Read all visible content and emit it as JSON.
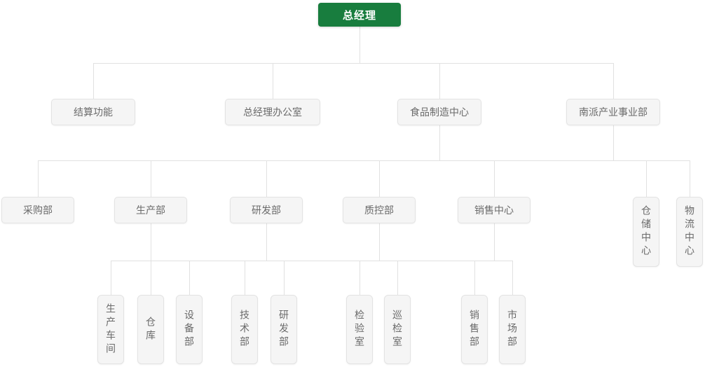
{
  "theme": {
    "page_bg": "#ffffff",
    "root_bg": "#187d3e",
    "root_text": "#ffffff",
    "node_bg": "#f5f5f5",
    "node_border": "#e3e3e3",
    "node_text": "#6a6a6a",
    "connector": "#e1e1e1"
  },
  "org_chart": {
    "root": {
      "label": "总经理"
    },
    "level2": [
      {
        "label": "结算功能"
      },
      {
        "label": "总经理办公室"
      },
      {
        "label": "食品制造中心"
      },
      {
        "label": "南派产业事业部"
      }
    ],
    "level3": [
      {
        "label": "采购部"
      },
      {
        "label": "生产部"
      },
      {
        "label": "研发部"
      },
      {
        "label": "质控部"
      },
      {
        "label": "销售中心"
      },
      {
        "label": "仓储中心"
      },
      {
        "label": "物流中心"
      }
    ],
    "level4": [
      {
        "label": "生产车间"
      },
      {
        "label": "仓库"
      },
      {
        "label": "设备部"
      },
      {
        "label": "技术部"
      },
      {
        "label": "研发部"
      },
      {
        "label": "检验室"
      },
      {
        "label": "巡检室"
      },
      {
        "label": "销售部"
      },
      {
        "label": "市场部"
      }
    ]
  }
}
